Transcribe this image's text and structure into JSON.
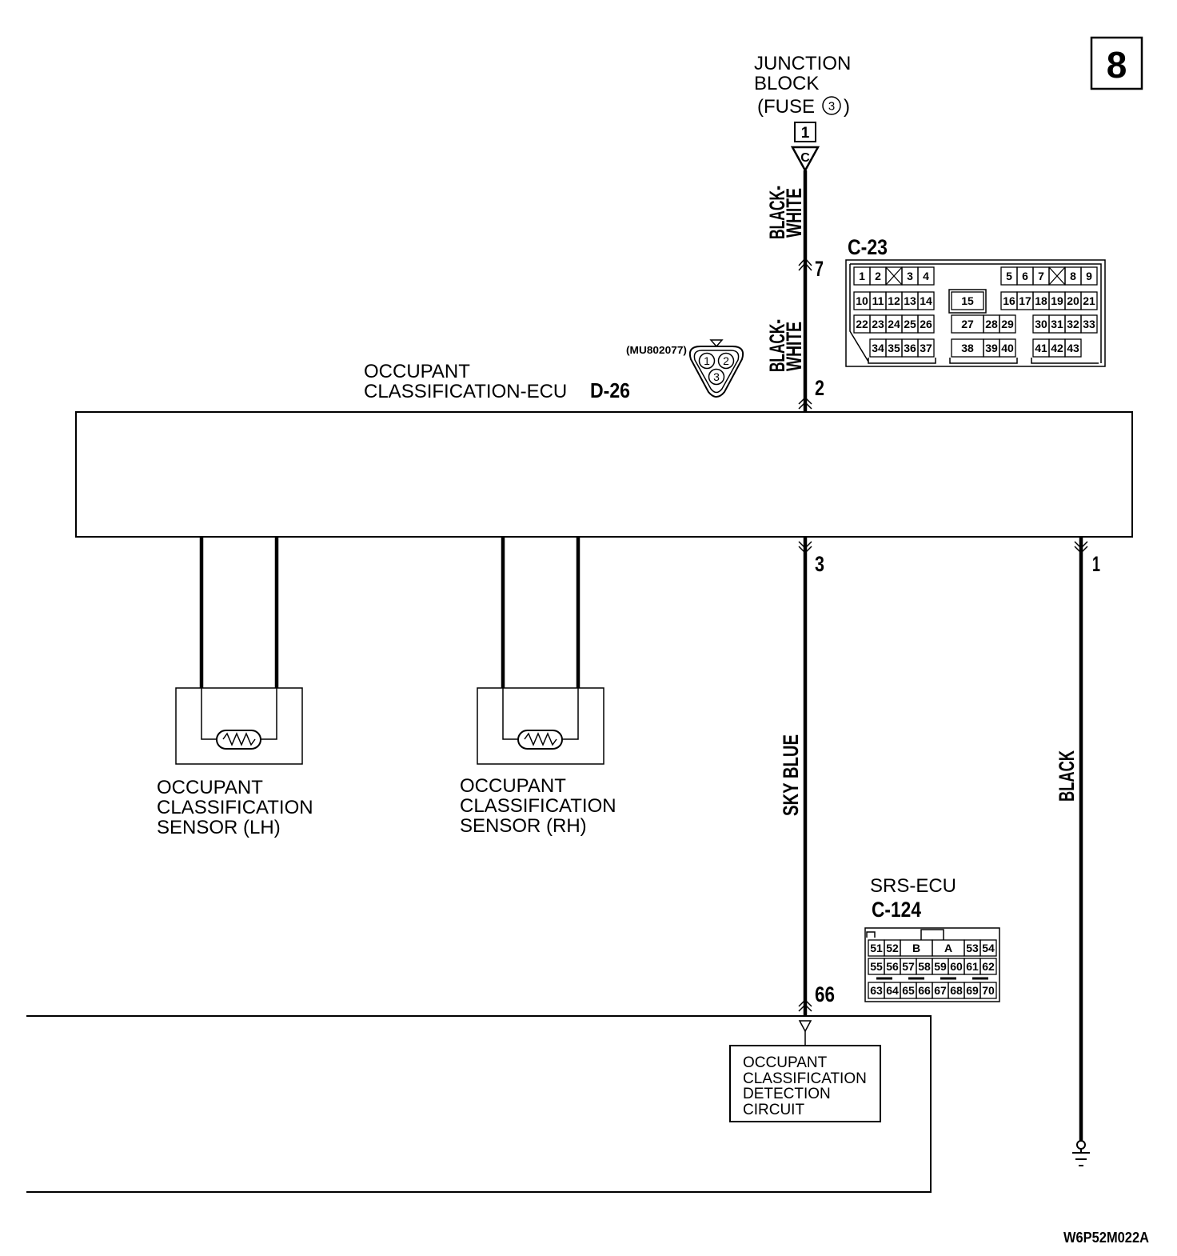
{
  "page_number": "8",
  "junction_block": {
    "line1": "JUNCTION",
    "line2": "BLOCK",
    "fuse_open": "(FUSE",
    "fuse_number": "3",
    "fuse_close": ")",
    "connector_pin": "1",
    "connector_code": "C"
  },
  "wires": {
    "upper_1": {
      "color_line1": "BLACK-",
      "color_line2": "WHITE",
      "pin": "7"
    },
    "upper_2": {
      "color_line1": "BLACK-",
      "color_line2": "WHITE",
      "pin": "2"
    },
    "sky_blue": {
      "color": "SKY BLUE",
      "ecu_pin": "3",
      "srs_pin": "66"
    },
    "ground": {
      "color": "BLACK",
      "ecu_pin": "1"
    }
  },
  "connector_c23": {
    "label": "C-23",
    "pins": [
      "1",
      "2",
      "3",
      "4",
      "5",
      "6",
      "7",
      "8",
      "9",
      "10",
      "11",
      "12",
      "13",
      "14",
      "15",
      "16",
      "17",
      "18",
      "19",
      "20",
      "21",
      "22",
      "23",
      "24",
      "25",
      "26",
      "27",
      "28",
      "29",
      "30",
      "31",
      "32",
      "33",
      "34",
      "35",
      "36",
      "37",
      "38",
      "39",
      "40",
      "41",
      "42",
      "43"
    ]
  },
  "connector_mu": {
    "part_number": "(MU802077)",
    "pins": [
      "1",
      "2",
      "3"
    ]
  },
  "ecu": {
    "line1": "OCCUPANT",
    "line2": "CLASSIFICATION-ECU",
    "connector": "D-26"
  },
  "sensor_lh": {
    "line1": "OCCUPANT",
    "line2": "CLASSIFICATION",
    "line3": "SENSOR (LH)"
  },
  "sensor_rh": {
    "line1": "OCCUPANT",
    "line2": "CLASSIFICATION",
    "line3": "SENSOR (RH)"
  },
  "srs_ecu": {
    "label": "SRS-ECU",
    "connector": "C-124",
    "pins": [
      "51",
      "52",
      "B",
      "A",
      "53",
      "54",
      "55",
      "56",
      "57",
      "58",
      "59",
      "60",
      "61",
      "62",
      "63",
      "64",
      "65",
      "66",
      "67",
      "68",
      "69",
      "70"
    ]
  },
  "detection_circuit": {
    "line1": "OCCUPANT",
    "line2": "CLASSIFICATION",
    "line3": "DETECTION",
    "line4": "CIRCUIT"
  },
  "diagram_code": "W6P52M022A"
}
